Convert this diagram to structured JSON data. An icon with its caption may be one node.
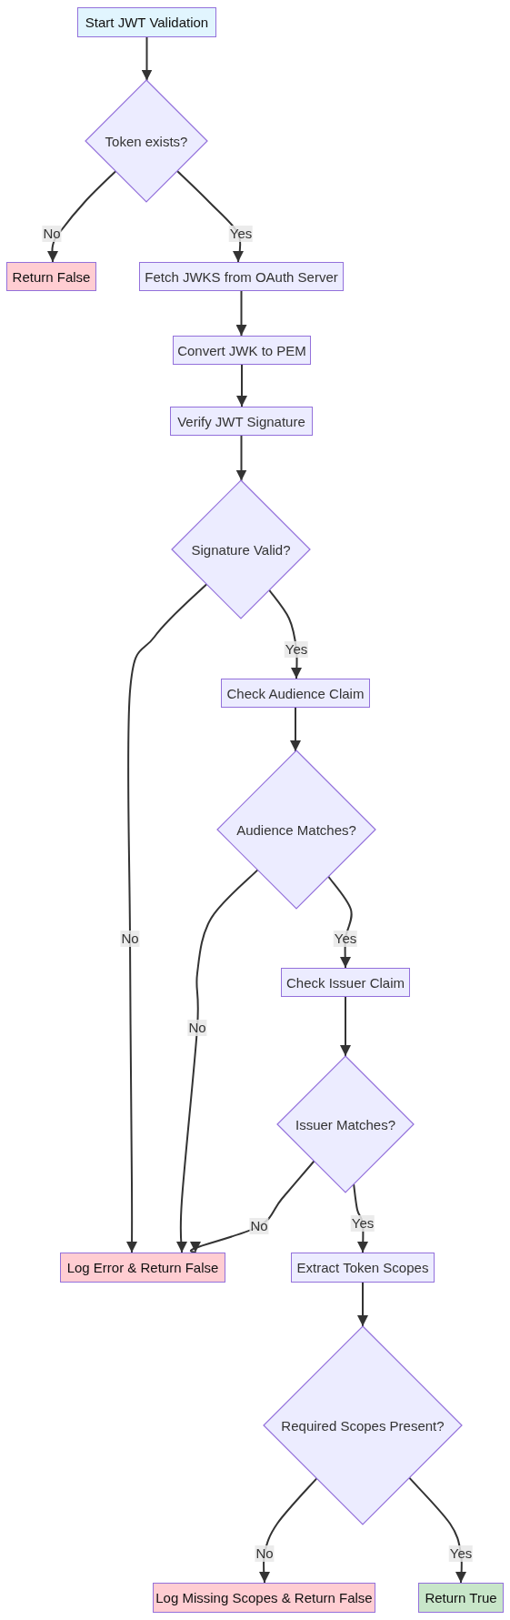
{
  "diagram": {
    "nodes": [
      {
        "text": [
          "Start JWT Validation"
        ]
      },
      {
        "text": [
          "Token exists?"
        ]
      },
      {
        "text": [
          "Return False"
        ]
      },
      {
        "text": [
          "Fetch JWKS from OAuth Server"
        ]
      },
      {
        "text": [
          "Convert JWK to PEM"
        ]
      },
      {
        "text": [
          "Verify JWT Signature"
        ]
      },
      {
        "text": [
          "Signature Valid?"
        ]
      },
      {
        "text": [
          "Check Audience Claim"
        ]
      },
      {
        "text": [
          "Audience Matches?"
        ]
      },
      {
        "text": [
          "Check Issuer Claim"
        ]
      },
      {
        "text": [
          "Issuer Matches?"
        ]
      },
      {
        "text": [
          "Log Error & Return False"
        ]
      },
      {
        "text": [
          "Extract Token Scopes"
        ]
      },
      {
        "text": [
          "Required Scopes Present?"
        ]
      },
      {
        "text": [
          "Log Missing Scopes & Return False"
        ]
      },
      {
        "text": [
          "Return True"
        ]
      }
    ],
    "edges": [
      {
        "from": 0,
        "to": 1,
        "arrow": "to"
      },
      {
        "from": 1,
        "to": 2,
        "arrow": "to",
        "label": "No"
      },
      {
        "from": 1,
        "to": 3,
        "arrow": "to",
        "label": "Yes"
      },
      {
        "from": 3,
        "to": 4,
        "arrow": "to"
      },
      {
        "from": 4,
        "to": 5,
        "arrow": "to"
      },
      {
        "from": 5,
        "to": 6,
        "arrow": "to"
      },
      {
        "from": 6,
        "to": 11,
        "arrow": "to",
        "label": "No"
      },
      {
        "from": 6,
        "to": 7,
        "arrow": "to",
        "label": "Yes"
      },
      {
        "from": 7,
        "to": 8,
        "arrow": "to"
      },
      {
        "from": 8,
        "to": 11,
        "arrow": "to",
        "label": "No"
      },
      {
        "from": 8,
        "to": 9,
        "arrow": "to",
        "label": "Yes"
      },
      {
        "from": 9,
        "to": 10,
        "arrow": "to"
      },
      {
        "from": 10,
        "to": 11,
        "arrow": "to",
        "label": "No"
      },
      {
        "from": 10,
        "to": 12,
        "arrow": "to",
        "label": "Yes"
      },
      {
        "from": 12,
        "to": 13,
        "arrow": "to"
      },
      {
        "from": 13,
        "to": 14,
        "arrow": "to",
        "label": "No"
      },
      {
        "from": 13,
        "to": 15,
        "arrow": "to",
        "label": "Yes"
      }
    ]
  }
}
